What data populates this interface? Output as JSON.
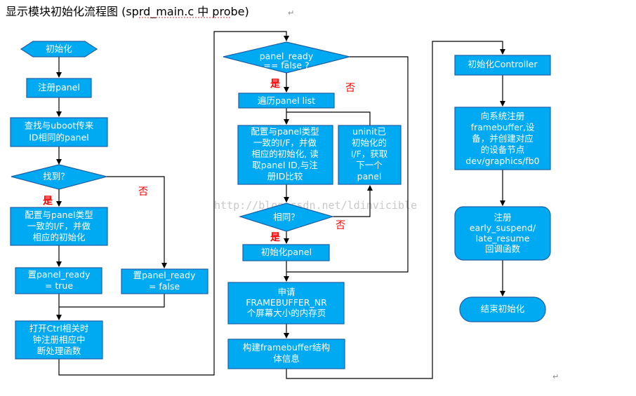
{
  "title": "显示模块初始化流程图 (sprd_main.c 中 probe)",
  "colors": {
    "node_fill": "#00aaf2",
    "node_stroke": "#1d5fa6",
    "node_text": "#ffffff",
    "edge": "#000000",
    "branch_label": "#ff0000",
    "watermark": "#c8c8c8"
  },
  "watermark": "http://blog.csdn.net/ldinvicible",
  "nodes": {
    "start": "初始化",
    "register_panel": "注册panel",
    "find_uboot": "查找与uboot传来\nID相同的panel",
    "found_q": "找到？",
    "config_found": "配置与panel类型\n一致的I/F，并做\n相应的初始化",
    "set_ready_true": "置panel_ready\n= true",
    "set_ready_false": "置panel_ready\n= false",
    "open_ctrl": "打开Ctrl相关时\n钟注册相应中\n断处理函数",
    "ready_q": "panel_ready\n== false ?",
    "traverse": "遍历panel list",
    "config_read": "配置与panel类型\n一致的I/F，并做\n相应的初始化, 读\n取panel ID,与注\n册ID比较",
    "uninit": "uninit已\n初始化的\nI/F，获取\n下一个\npanel",
    "same_q": "相同？",
    "init_panel": "初始化panel",
    "request_fb": "申请\nFRAMEBUFFER_NR\n个屏幕大小的内存页",
    "build_fb": "构建framebuffer结构\n体信息",
    "init_controller": "初始化Controller",
    "register_fb": "向系统注册\nframebuffer,设\n备，并创建对应\n的设备节点\ndev/graphics/fb0",
    "register_suspend": "注册\nearly_suspend/\nlate_resume\n回调函数",
    "end": "结束初始化"
  },
  "branch_labels": {
    "yes": "是",
    "no": "否"
  },
  "para_marks": [
    "↵",
    "↵"
  ]
}
